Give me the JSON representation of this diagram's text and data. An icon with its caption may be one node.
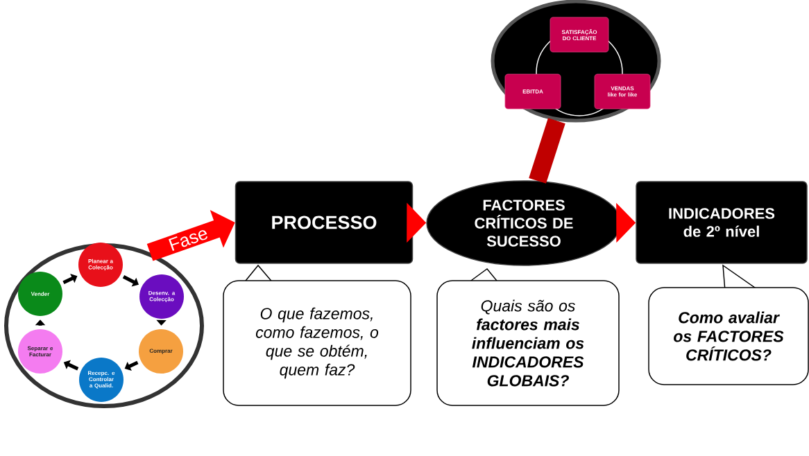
{
  "diagram": {
    "nodes": [
      {
        "text": [],
        "shape": "circle"
      },
      {
        "text": [
          "Planear a Colecção"
        ],
        "in": 0
      },
      {
        "text": [
          "Desenv. a Colecção"
        ],
        "in": 0
      },
      {
        "text": [
          "Comprar"
        ],
        "in": 0
      },
      {
        "text": [
          "Recepc. e Controlar a Qualid."
        ],
        "in": 0
      },
      {
        "text": [
          "Separar e Facturar"
        ],
        "in": 0
      },
      {
        "text": [
          "Vender"
        ],
        "in": 0
      },
      {
        "text": [
          "PROCESSO"
        ]
      },
      {
        "text": [
          "FACTORES CRÍTICOS DE SUCESSO"
        ]
      },
      {
        "text": [
          "INDICADORES de 2º nível"
        ]
      },
      {
        "text": [
          "O que fazemos, como fazemos, o que se obtém, quem faz?"
        ]
      },
      {
        "text": [
          "Quais são os **factores mais influenciam os INDICADORES GLOBAIS?**"
        ]
      },
      {
        "text": [
          "Como avaliar os FACTORES CRÍTICOS?"
        ]
      },
      {
        "text": [],
        "shape": "circle"
      },
      {
        "text": [
          "SATISFAÇÃO DO CLIENTE"
        ],
        "in": 13
      },
      {
        "text": [
          "EBITDA"
        ],
        "in": 13
      },
      {
        "text": [
          "VENDAS like for like"
        ],
        "in": 13
      }
    ],
    "edges": [
      {
        "from": 1,
        "to": 2,
        "arrow": "to"
      },
      {
        "from": 2,
        "to": 3,
        "arrow": "to"
      },
      {
        "from": 3,
        "to": 4,
        "arrow": "to"
      },
      {
        "from": 4,
        "to": 5,
        "arrow": "to"
      },
      {
        "from": 5,
        "to": 6,
        "arrow": "to"
      },
      {
        "from": 6,
        "to": 1,
        "arrow": "to"
      },
      {
        "from": 0,
        "to": 7,
        "arrow": "to",
        "label": "Fase",
        "style": "thick",
        "color": "#ff0000"
      },
      {
        "from": 7,
        "to": 8,
        "arrow": "to",
        "style": "thick",
        "color": "#ff0000"
      },
      {
        "from": 8,
        "to": 9,
        "arrow": "to",
        "style": "thick",
        "color": "#ff0000"
      },
      {
        "from": 8,
        "to": 13,
        "arrow": "none",
        "style": "thick",
        "color": "#c00000"
      }
    ]
  }
}
